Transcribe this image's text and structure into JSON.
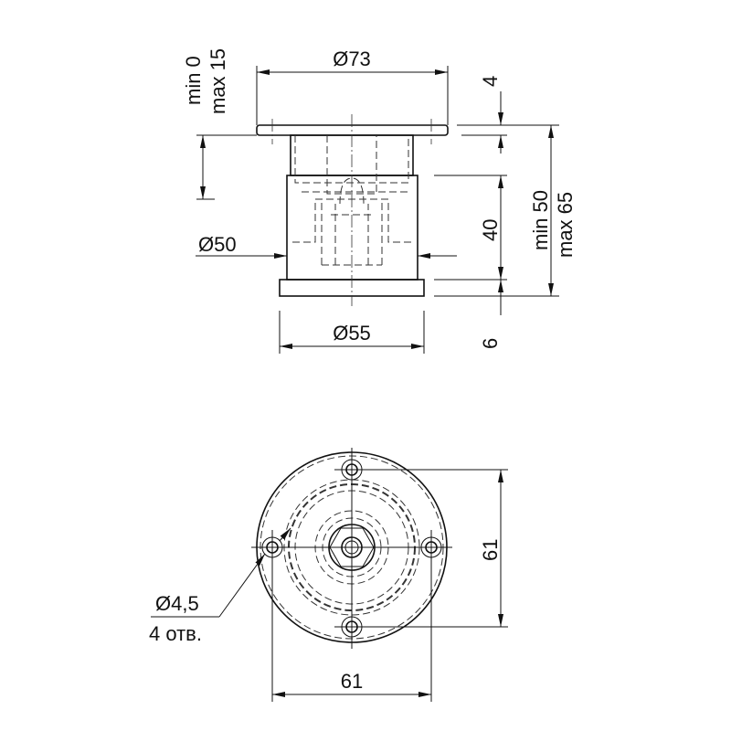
{
  "dimensions": {
    "top_diameter": "Ø73",
    "plate_thickness": "4",
    "adjust_min": "min 0",
    "adjust_max": "max 15",
    "body_diameter": "Ø50",
    "body_height": "40",
    "base_thickness": "6",
    "base_diameter": "Ø55",
    "total_min": "min 50",
    "total_max": "max 65",
    "hole_spacing_vertical": "61",
    "hole_spacing_horizontal": "61",
    "hole_diameter": "Ø4,5",
    "hole_count": "4 отв."
  },
  "colors": {
    "line": "#111111",
    "background": "#ffffff"
  }
}
